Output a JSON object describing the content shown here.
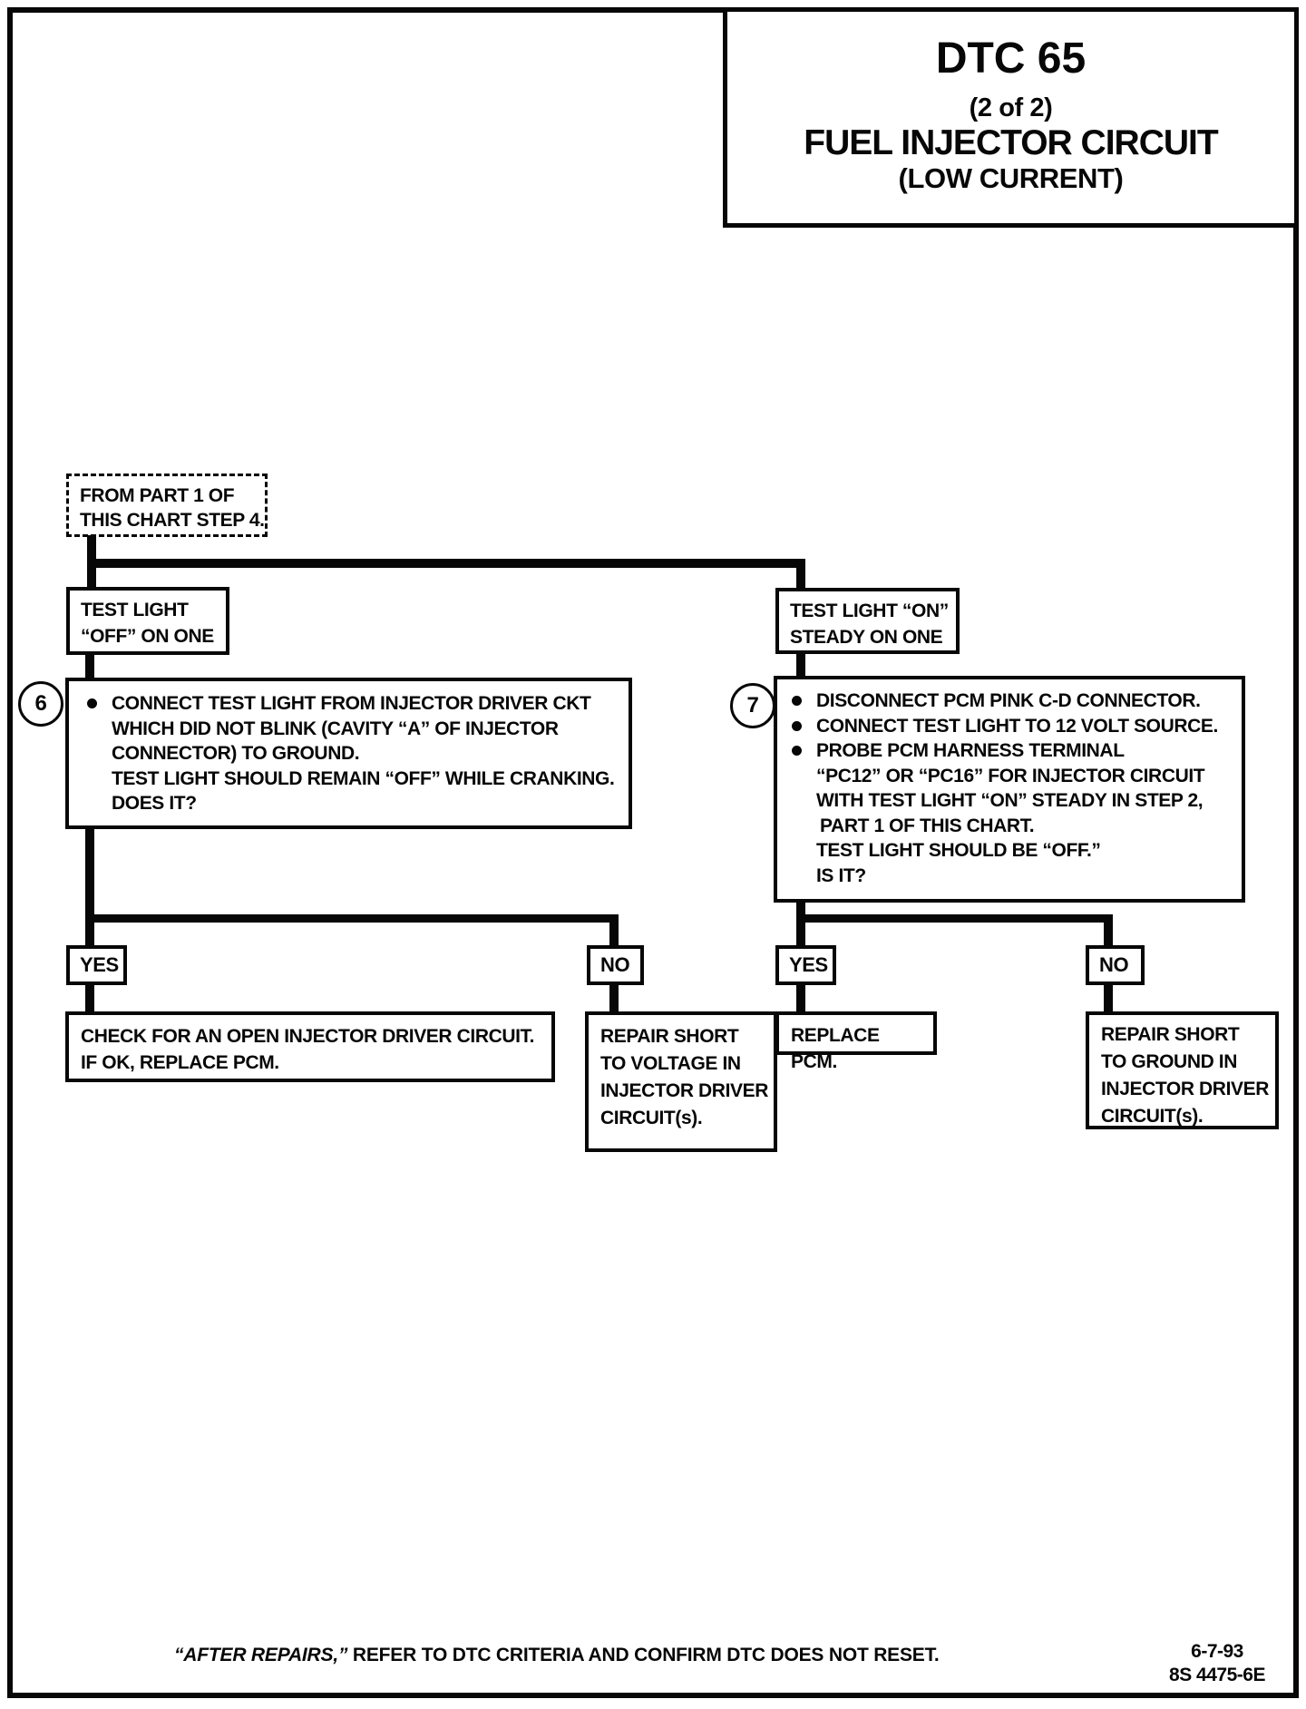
{
  "title_block": {
    "dtc": "DTC 65",
    "part": "(2 of 2)",
    "name": "FUEL INJECTOR CIRCUIT",
    "qualifier": "(LOW CURRENT)"
  },
  "start_box": {
    "line1": "FROM PART 1 OF",
    "line2": "THIS CHART STEP 4."
  },
  "left_branch": {
    "condition_line1": "TEST LIGHT",
    "condition_line2": "“OFF” ON ONE",
    "step_number": "6",
    "step_lines": [
      {
        "text": "CONNECT TEST LIGHT FROM INJECTOR DRIVER CKT"
      },
      {
        "text": "WHICH DID NOT BLINK (CAVITY “A” OF INJECTOR"
      },
      {
        "text": "CONNECTOR) TO GROUND."
      },
      {
        "text": "TEST LIGHT SHOULD REMAIN “OFF” WHILE CRANKING."
      },
      {
        "text": "DOES IT?"
      }
    ],
    "yes_label": "YES",
    "no_label": "NO",
    "yes_result_line1": "CHECK FOR AN OPEN INJECTOR DRIVER CIRCUIT.",
    "yes_result_line2": "IF OK, REPLACE PCM.",
    "no_result_lines": [
      {
        "text": "REPAIR SHORT"
      },
      {
        "text": "TO VOLTAGE IN"
      },
      {
        "text": "INJECTOR DRIVER"
      },
      {
        "text": "CIRCUIT(s)."
      }
    ]
  },
  "right_branch": {
    "condition_line1": "TEST LIGHT “ON”",
    "condition_line2": "STEADY ON ONE",
    "step_number": "7",
    "step_lines": [
      {
        "text": "DISCONNECT PCM PINK C-D CONNECTOR."
      },
      {
        "text": "CONNECT TEST LIGHT TO 12 VOLT SOURCE."
      },
      {
        "text": "PROBE PCM HARNESS TERMINAL"
      },
      {
        "text": "“PC12” OR “PC16” FOR INJECTOR CIRCUIT"
      },
      {
        "text": "WITH TEST LIGHT “ON” STEADY IN STEP 2,"
      },
      {
        "text": "PART 1 OF THIS CHART."
      },
      {
        "text": "TEST LIGHT SHOULD BE “OFF.”"
      },
      {
        "text": "IS IT?"
      }
    ],
    "yes_label": "YES",
    "no_label": "NO",
    "yes_result_line1": "REPLACE PCM.",
    "no_result_lines": [
      {
        "text": "REPAIR SHORT"
      },
      {
        "text": "TO GROUND IN"
      },
      {
        "text": "INJECTOR DRIVER"
      },
      {
        "text": "CIRCUIT(s)."
      }
    ]
  },
  "footer": {
    "note_italic": "“AFTER REPAIRS,”",
    "note_rest": " REFER TO DTC CRITERIA AND CONFIRM DTC DOES NOT RESET.",
    "date": "6-7-93",
    "code": "8S 4475-6E"
  }
}
